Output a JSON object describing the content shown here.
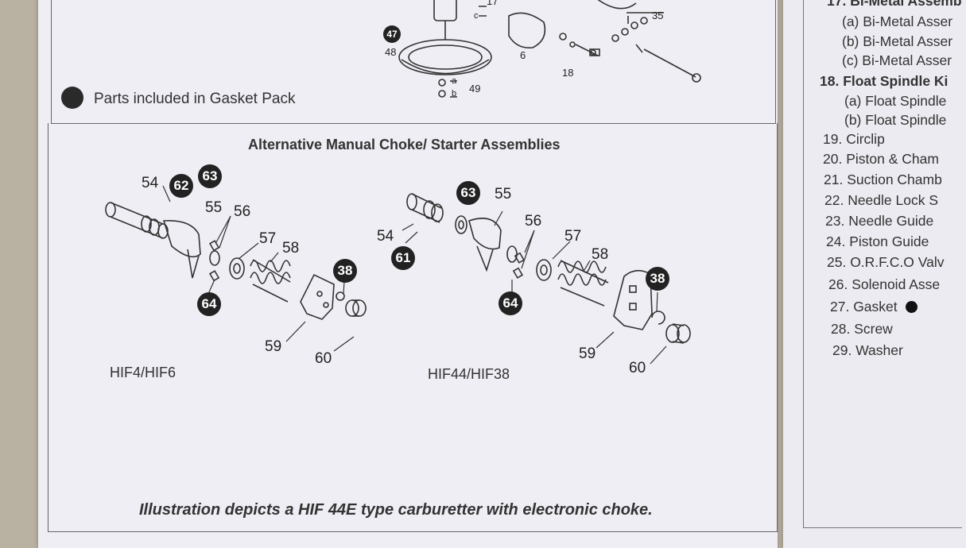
{
  "gasket_note": "Parts included in Gasket Pack",
  "top_labels": {
    "p47": "47",
    "p48": "48",
    "p6": "6",
    "p18": "18",
    "p35": "35",
    "p17": "17",
    "p49": "49",
    "a": "a",
    "b": "b",
    "c": "c"
  },
  "section_title": "Alternative Manual Choke/ Starter Assemblies",
  "left_assembly": {
    "model": "HIF4/HIF6",
    "labels": {
      "p54": "54",
      "p55": "55",
      "p56": "56",
      "p57": "57",
      "p58": "58",
      "p59": "59",
      "p60": "60"
    },
    "badges": {
      "b62": "62",
      "b63": "63",
      "b64": "64",
      "b38": "38"
    }
  },
  "right_assembly": {
    "model": "HIF44/HIF38",
    "labels": {
      "p54": "54",
      "p55": "55",
      "p56": "56",
      "p57": "57",
      "p58": "58",
      "p59": "59",
      "p60": "60"
    },
    "badges": {
      "b61": "61",
      "b63": "63",
      "b64": "64",
      "b38": "38"
    }
  },
  "caption": "Illustration depicts a HIF 44E type carburetter with electronic choke.",
  "parts_list": [
    "17. Bi-Metal Assemb",
    "(a) Bi-Metal Asser",
    "(b) Bi-Metal Asser",
    "(c) Bi-Metal Asser",
    "18. Float Spindle Ki",
    "(a) Float Spindle",
    "(b) Float Spindle",
    "19. Circlip",
    "20. Piston & Cham",
    "21. Suction Chamb",
    "22. Needle Lock S",
    "23. Needle Guide",
    "24. Piston Guide",
    "25. O.R.F.C.O Valv",
    "26. Solenoid Asse",
    "27. Gasket",
    "28. Screw",
    "29. Washer"
  ]
}
